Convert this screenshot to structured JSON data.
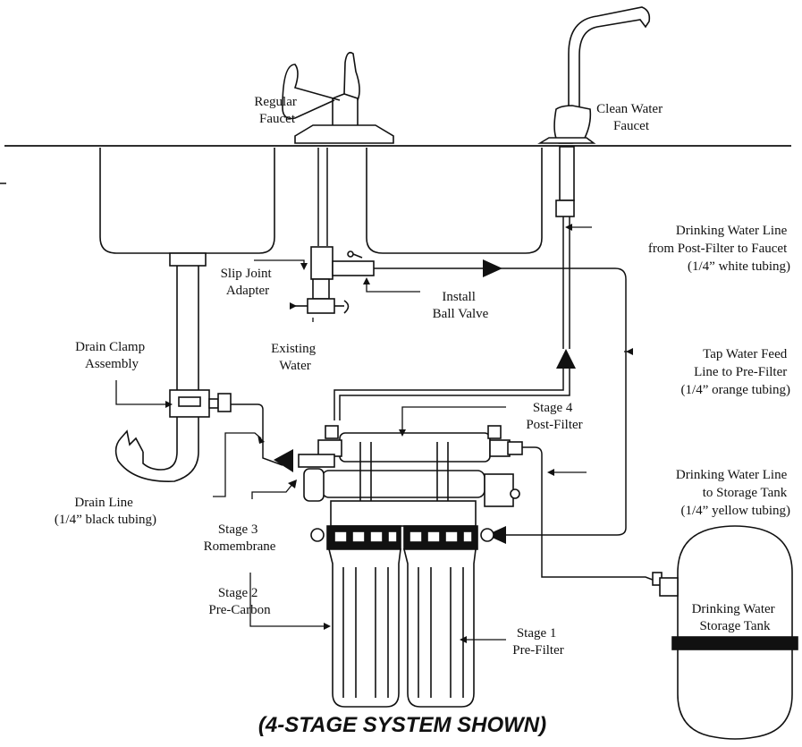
{
  "labels": {
    "regular_faucet": [
      "Regular",
      "Faucet"
    ],
    "clean_water_faucet": [
      "Clean Water",
      "Faucet"
    ],
    "drinking_line_post": [
      "Drinking Water Line",
      "from Post-Filter to Faucet",
      "(1/4” white tubing)"
    ],
    "slip_joint": [
      "Slip Joint",
      "Adapter"
    ],
    "install_ball_valve": [
      "Install",
      "Ball Valve"
    ],
    "existing_water": [
      "Existing",
      "Water"
    ],
    "drain_clamp": [
      "Drain Clamp",
      "Assembly"
    ],
    "tap_water_feed": [
      "Tap Water Feed",
      "Line to Pre-Filter",
      "(1/4” orange tubing)"
    ],
    "stage4": [
      "Stage 4",
      "Post-Filter"
    ],
    "drinking_line_tank": [
      "Drinking Water Line",
      "to Storage Tank",
      "(1/4” yellow tubing)"
    ],
    "drain_line": [
      "Drain Line",
      "(1/4” black tubing)"
    ],
    "stage3": [
      "Stage 3",
      "Romembrane"
    ],
    "stage2": [
      "Stage 2",
      "Pre-Carbon"
    ],
    "stage1": [
      "Stage 1",
      "Pre-Filter"
    ],
    "storage_tank": [
      "Drinking Water",
      "Storage Tank"
    ]
  },
  "caption": "(4-STAGE SYSTEM SHOWN)"
}
